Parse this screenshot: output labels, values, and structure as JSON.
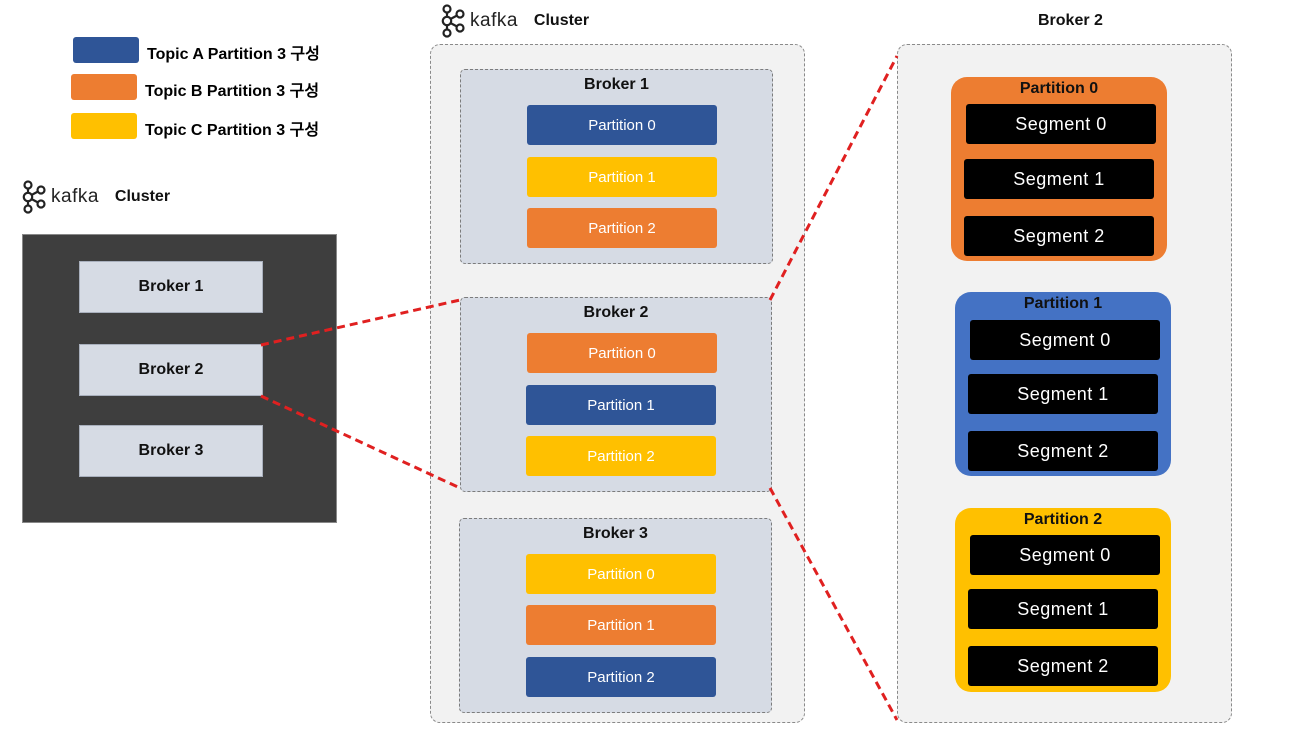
{
  "legend": [
    {
      "label": "Topic A Partition 3 구성",
      "color": "#2f5597"
    },
    {
      "label": "Topic B Partition 3 구성",
      "color": "#ed7d31"
    },
    {
      "label": "Topic C Partition 3 구성",
      "color": "#ffc000"
    }
  ],
  "logo": {
    "word": "kafka",
    "cluster": "Cluster",
    "icon": "kafka-logo-icon"
  },
  "small_cluster": {
    "brokers": [
      "Broker 1",
      "Broker 2",
      "Broker 3"
    ]
  },
  "middle_cluster": {
    "brokers": [
      {
        "title": "Broker 1",
        "partitions": [
          "Partition 0",
          "Partition 1",
          "Partition 2"
        ]
      },
      {
        "title": "Broker 2",
        "partitions": [
          "Partition 0",
          "Partition 1",
          "Partition 2"
        ]
      },
      {
        "title": "Broker 3",
        "partitions": [
          "Partition 0",
          "Partition 1",
          "Partition 2"
        ]
      }
    ]
  },
  "detail": {
    "title": "Broker 2",
    "partitions": [
      {
        "title": "Partition 0",
        "segments": [
          "Segment 0",
          "Segment 1",
          "Segment 2"
        ]
      },
      {
        "title": "Partition 1",
        "segments": [
          "Segment 0",
          "Segment 1",
          "Segment 2"
        ]
      },
      {
        "title": "Partition 2",
        "segments": [
          "Segment 0",
          "Segment 1",
          "Segment 2"
        ]
      }
    ]
  },
  "colors": {
    "connector": "#e02020",
    "topic_a": "#2f5597",
    "topic_b": "#ed7d31",
    "topic_c": "#ffc000",
    "detail_blue": "#4472c4"
  }
}
